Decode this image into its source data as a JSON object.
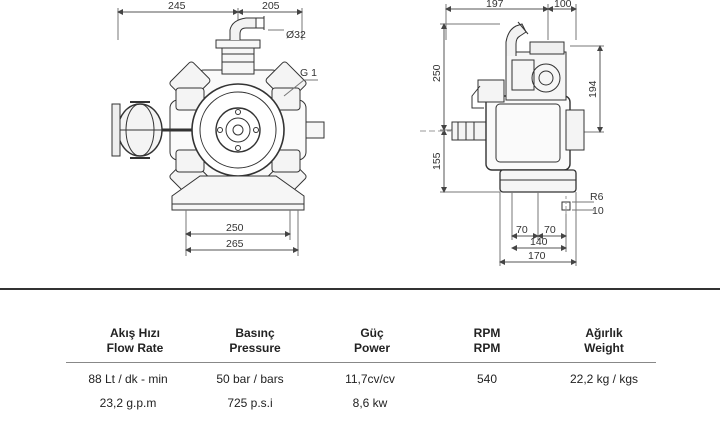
{
  "drawing": {
    "front_view": {
      "dim_left_width": "245",
      "dim_right_width": "205",
      "dim_outlet_diameter": "Ø32",
      "dim_thread": "G 1",
      "dim_base_inner": "250",
      "dim_base_outer": "265"
    },
    "side_view": {
      "dim_top_left": "197",
      "dim_top_right": "100",
      "dim_upper_height": "250",
      "dim_lower_height": "155",
      "dim_right_height": "194",
      "dim_radius": "R6",
      "dim_slot": "10",
      "dim_hole_left": "70",
      "dim_hole_right": "70",
      "dim_base_inner": "140",
      "dim_base_outer": "170"
    }
  },
  "specs": {
    "columns": [
      {
        "label_tr": "Akış Hızı",
        "label_en": "Flow Rate",
        "value_1": "88 Lt / dk - min",
        "value_2": "23,2 g.p.m"
      },
      {
        "label_tr": "Basınç",
        "label_en": "Pressure",
        "value_1": "50 bar / bars",
        "value_2": "725 p.s.i"
      },
      {
        "label_tr": "Güç",
        "label_en": "Power",
        "value_1": "11,7cv/cv",
        "value_2": "8,6 kw"
      },
      {
        "label_tr": "RPM",
        "label_en": "RPM",
        "value_1": "540",
        "value_2": ""
      },
      {
        "label_tr": "Ağırlık",
        "label_en": "Weight",
        "value_1": "22,2 kg / kgs",
        "value_2": ""
      }
    ]
  }
}
